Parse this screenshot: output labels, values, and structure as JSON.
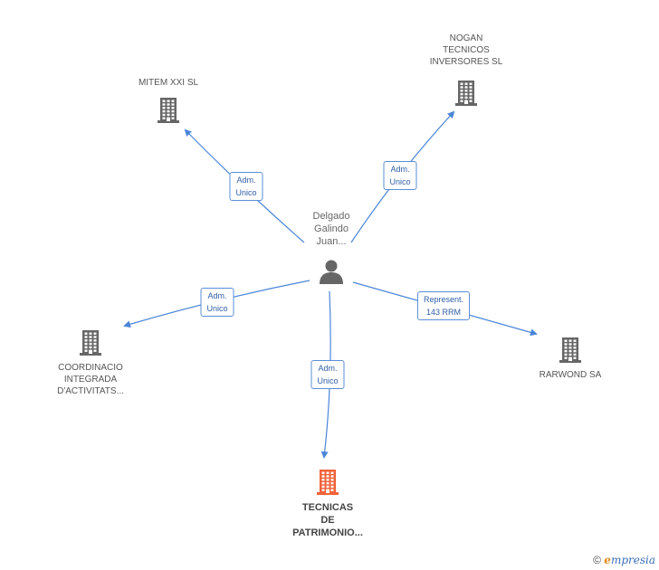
{
  "center": {
    "label": "Delgado\nGalindo\nJuan...",
    "icon": "person-icon"
  },
  "companies": [
    {
      "id": "mitem",
      "label": "MITEM XXI SL",
      "color": "#666666",
      "icon": "building-icon"
    },
    {
      "id": "nogan",
      "label": "NOGAN\nTECNICOS\nINVERSORES SL",
      "color": "#666666",
      "icon": "building-icon"
    },
    {
      "id": "coordinacio",
      "label": "COORDINACIO\nINTEGRADA\nD'ACTIVITATS...",
      "color": "#666666",
      "icon": "building-icon"
    },
    {
      "id": "rarwond",
      "label": "RARWOND SA",
      "color": "#666666",
      "icon": "building-icon"
    },
    {
      "id": "tecnicas",
      "label": "TECNICAS\nDE\nPATRIMONIO...",
      "color": "#f0623a",
      "icon": "building-icon",
      "highlight": true
    }
  ],
  "edges": [
    {
      "to": "mitem",
      "label": "Adm.\nUnico"
    },
    {
      "to": "nogan",
      "label": "Adm.\nUnico"
    },
    {
      "to": "coordinacio",
      "label": "Adm.\nUnico"
    },
    {
      "to": "tecnicas",
      "label": "Adm.\nUnico"
    },
    {
      "to": "rarwond",
      "label": "Represent.\n143 RRM"
    }
  ],
  "footer": {
    "copyright": "©",
    "brand_first": "e",
    "brand_rest": "mpresia"
  },
  "colors": {
    "edge": "#4a86d8",
    "building": "#666666",
    "highlight": "#f0623a",
    "person": "#666666"
  }
}
